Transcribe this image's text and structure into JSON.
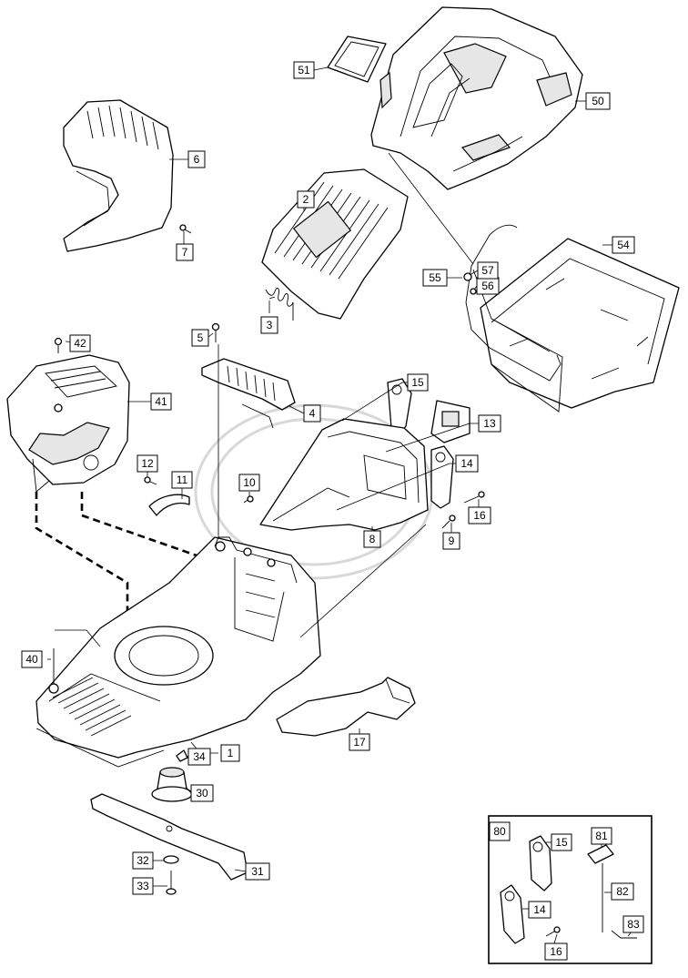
{
  "labels": [
    {
      "id": "p1",
      "text": "1"
    },
    {
      "id": "p2",
      "text": "2"
    },
    {
      "id": "p3",
      "text": "3"
    },
    {
      "id": "p4",
      "text": "4"
    },
    {
      "id": "p5",
      "text": "5"
    },
    {
      "id": "p6",
      "text": "6"
    },
    {
      "id": "p7",
      "text": "7"
    },
    {
      "id": "p8",
      "text": "8"
    },
    {
      "id": "p9",
      "text": "9"
    },
    {
      "id": "p10",
      "text": "10"
    },
    {
      "id": "p11",
      "text": "11"
    },
    {
      "id": "p12",
      "text": "12"
    },
    {
      "id": "p13",
      "text": "13"
    },
    {
      "id": "p14",
      "text": "14"
    },
    {
      "id": "p15",
      "text": "15"
    },
    {
      "id": "p16",
      "text": "16"
    },
    {
      "id": "p17",
      "text": "17"
    },
    {
      "id": "p30",
      "text": "30"
    },
    {
      "id": "p31",
      "text": "31"
    },
    {
      "id": "p32",
      "text": "32"
    },
    {
      "id": "p33",
      "text": "33"
    },
    {
      "id": "p34",
      "text": "34"
    },
    {
      "id": "p40",
      "text": "40"
    },
    {
      "id": "p41",
      "text": "41"
    },
    {
      "id": "p42",
      "text": "42"
    },
    {
      "id": "p50",
      "text": "50"
    },
    {
      "id": "p51",
      "text": "51"
    },
    {
      "id": "p54",
      "text": "54"
    },
    {
      "id": "p55",
      "text": "55"
    },
    {
      "id": "p56",
      "text": "56"
    },
    {
      "id": "p57",
      "text": "57"
    },
    {
      "id": "p80",
      "text": "80"
    },
    {
      "id": "p81",
      "text": "81"
    },
    {
      "id": "p82",
      "text": "82"
    },
    {
      "id": "p83",
      "text": "83"
    },
    {
      "id": "i14",
      "text": "14"
    },
    {
      "id": "i15",
      "text": "15"
    },
    {
      "id": "i16",
      "text": "16"
    }
  ]
}
